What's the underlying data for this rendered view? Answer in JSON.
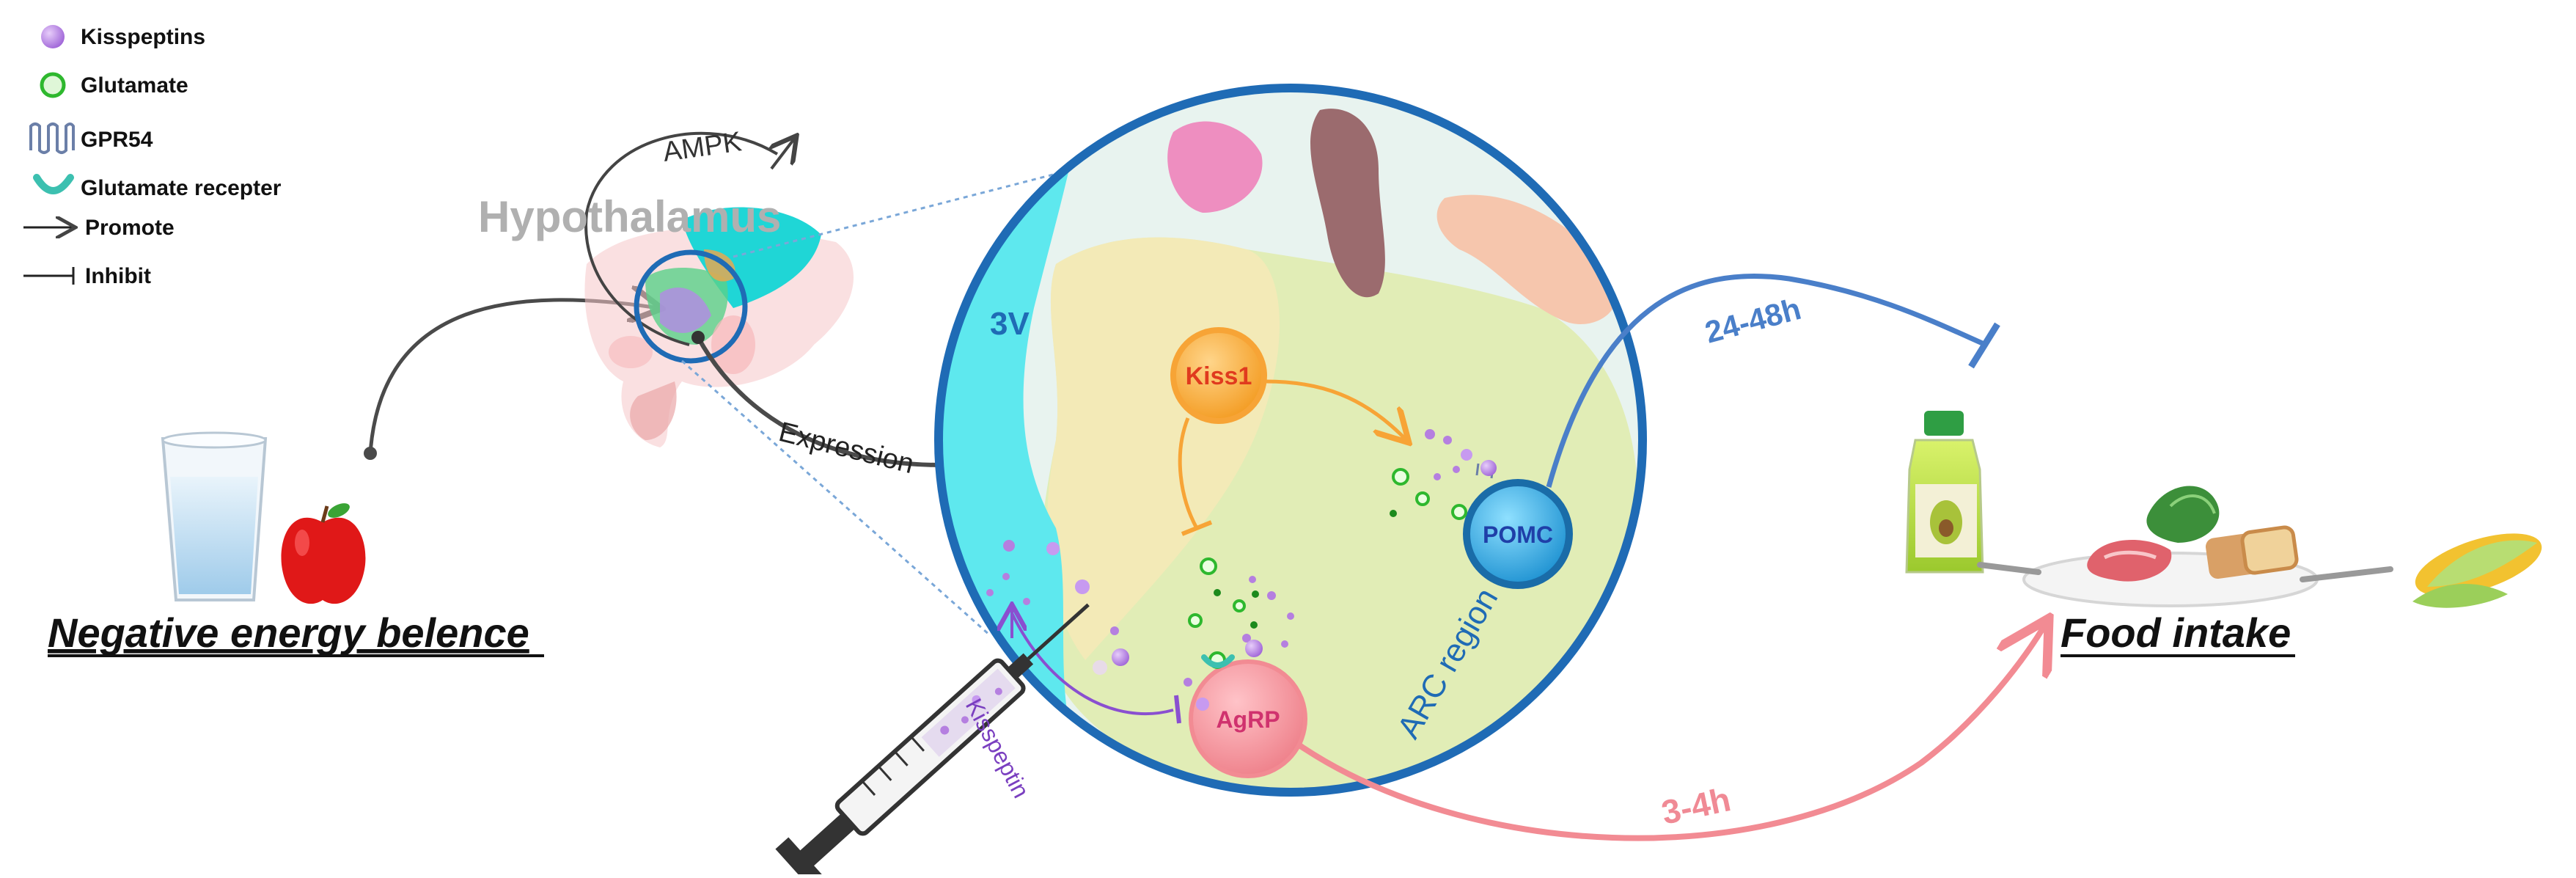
{
  "legend": {
    "items": [
      {
        "icon": "kisspeptin-dot-icon",
        "label": "Kisspeptins"
      },
      {
        "icon": "glutamate-ring-icon",
        "label": "Glutamate"
      },
      {
        "icon": "gpr54-receptor-icon",
        "label": "GPR54"
      },
      {
        "icon": "glutamate-receptor-icon",
        "label": "Glutamate recepter"
      },
      {
        "icon": "promote-arrow-icon",
        "label": "Promote"
      },
      {
        "icon": "inhibit-bar-icon",
        "label": "Inhibit"
      }
    ]
  },
  "labels": {
    "ampk": "AMPK",
    "hypothalamus": "Hypothalamus",
    "expression": "Expression",
    "third_ventricle": "3V",
    "kiss1": "Kiss1",
    "pomc": "POMC",
    "agrp": "AgRP",
    "arc_region": "ARC region",
    "kisspeptin_injection": "Kisspeptin",
    "time_long": "24-48h",
    "time_short": "3-4h",
    "negative_energy": "Negative energy belence",
    "food_intake": "Food intake"
  },
  "colors": {
    "kisspeptin": "#b57fe0",
    "glutamate": "#2eb82e",
    "kiss1_neuron": "#f7a436",
    "pomc_neuron": "#2a9fd8",
    "agrp_neuron": "#f28b93",
    "long_arrow": "#4a7fc9",
    "short_arrow": "#f08a95",
    "circle_border": "#1f6bb5",
    "ventricle": "#5ee8ee",
    "dark_arrow": "#4a4a4a"
  }
}
